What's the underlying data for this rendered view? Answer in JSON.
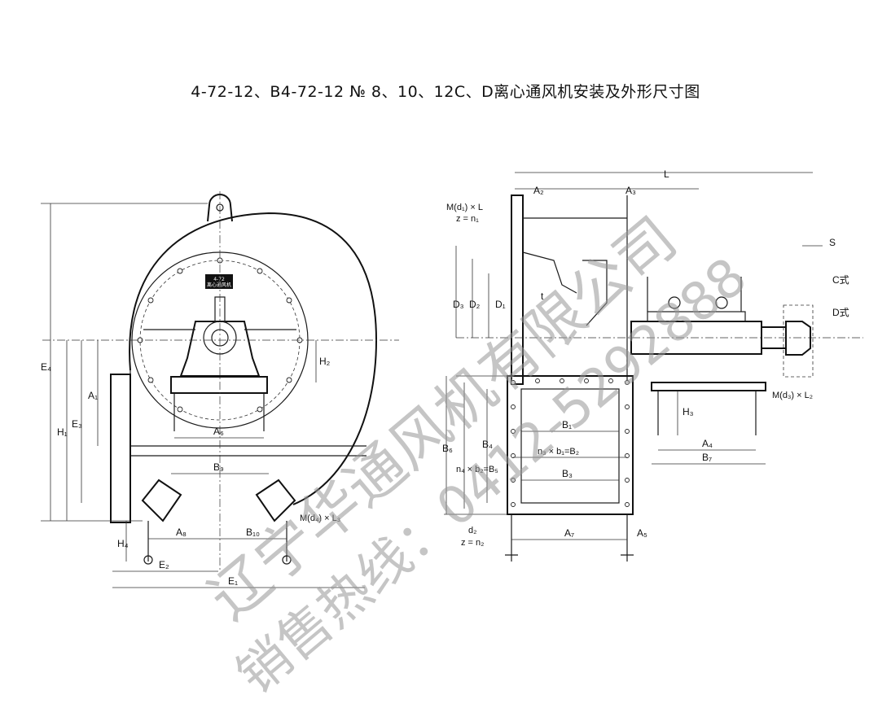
{
  "title": "4-72-12、B4-72-12 № 8、10、12C、D离心通风机安装及外形尺寸图",
  "nameplate": {
    "line1": "4-72",
    "line2": "离心通风机"
  },
  "front_view_labels": {
    "E4": "E₄",
    "H1": "H₁",
    "E3": "E₃",
    "A1": "A₁",
    "H2": "H₂",
    "A6": "A₆",
    "B9": "B₉",
    "A8": "A₈",
    "B10": "B₁₀",
    "H4": "H₄",
    "E2": "E₂",
    "E1": "E₁",
    "M_d4_L3": "M(d₄) × L₃"
  },
  "side_view_labels": {
    "L": "L",
    "A2": "A₂",
    "A3": "A₃",
    "M_d1_L": "M(d₁) × L",
    "z_n1": "z = n₁",
    "S": "S",
    "C_type": "C式",
    "D_type": "D式",
    "D3": "D₃",
    "D2": "D₂",
    "D1": "D₁",
    "t": "t",
    "B6": "B₆",
    "n4_b2_B5": "n₄ × b₂=B₅",
    "B4": "B₄",
    "B1": "B₁",
    "n3_b1_B2": "n₃ × b₁=B₂",
    "B3": "B₃",
    "A7": "A₇",
    "A5": "A₅",
    "d2": "d₂",
    "z_n2": "z = n₂",
    "H3": "H₃",
    "A4": "A₄",
    "B7": "B₇",
    "M_d3_L2": "M(d₃) × L₂"
  },
  "watermark": {
    "line1": "辽宁华通风机有限公司",
    "line2": "销售热线：0412-5292888"
  },
  "colors": {
    "line": "#1a1a1a",
    "background": "#ffffff",
    "watermark": "#969696"
  }
}
